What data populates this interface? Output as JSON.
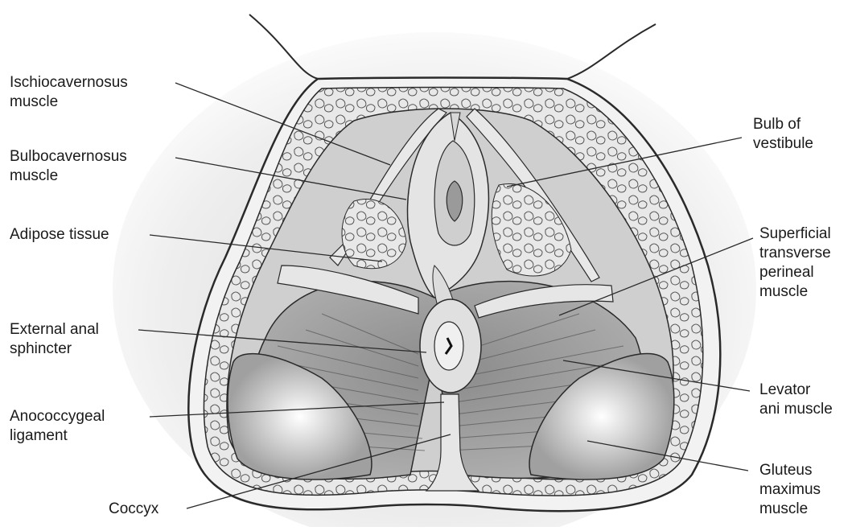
{
  "labels": {
    "ischiocavernosus": [
      "Ischiocavernosus",
      "muscle"
    ],
    "bulbocavernosus": [
      "Bulbocavernosus",
      "muscle"
    ],
    "adipose": [
      "Adipose tissue"
    ],
    "external_anal": [
      "External anal",
      "sphincter"
    ],
    "anococcygeal": [
      "Anococcygeal",
      "ligament"
    ],
    "coccyx": [
      "Coccyx"
    ],
    "bulb_vestibule": [
      "Bulb of",
      "vestibule"
    ],
    "superficial_transverse": [
      "Superficial",
      "transverse",
      "perineal",
      "muscle"
    ],
    "levator_ani": [
      "Levator",
      "ani muscle"
    ],
    "gluteus": [
      "Gluteus",
      "maximus",
      "muscle"
    ]
  },
  "colors": {
    "background": "#ffffff",
    "outline": "#2a2a2a",
    "muscle_fill": "#9a9a9a",
    "muscle_light": "#d6d6d6",
    "fat_fill": "#e4e4e4",
    "label_text": "#1a1a1a"
  }
}
